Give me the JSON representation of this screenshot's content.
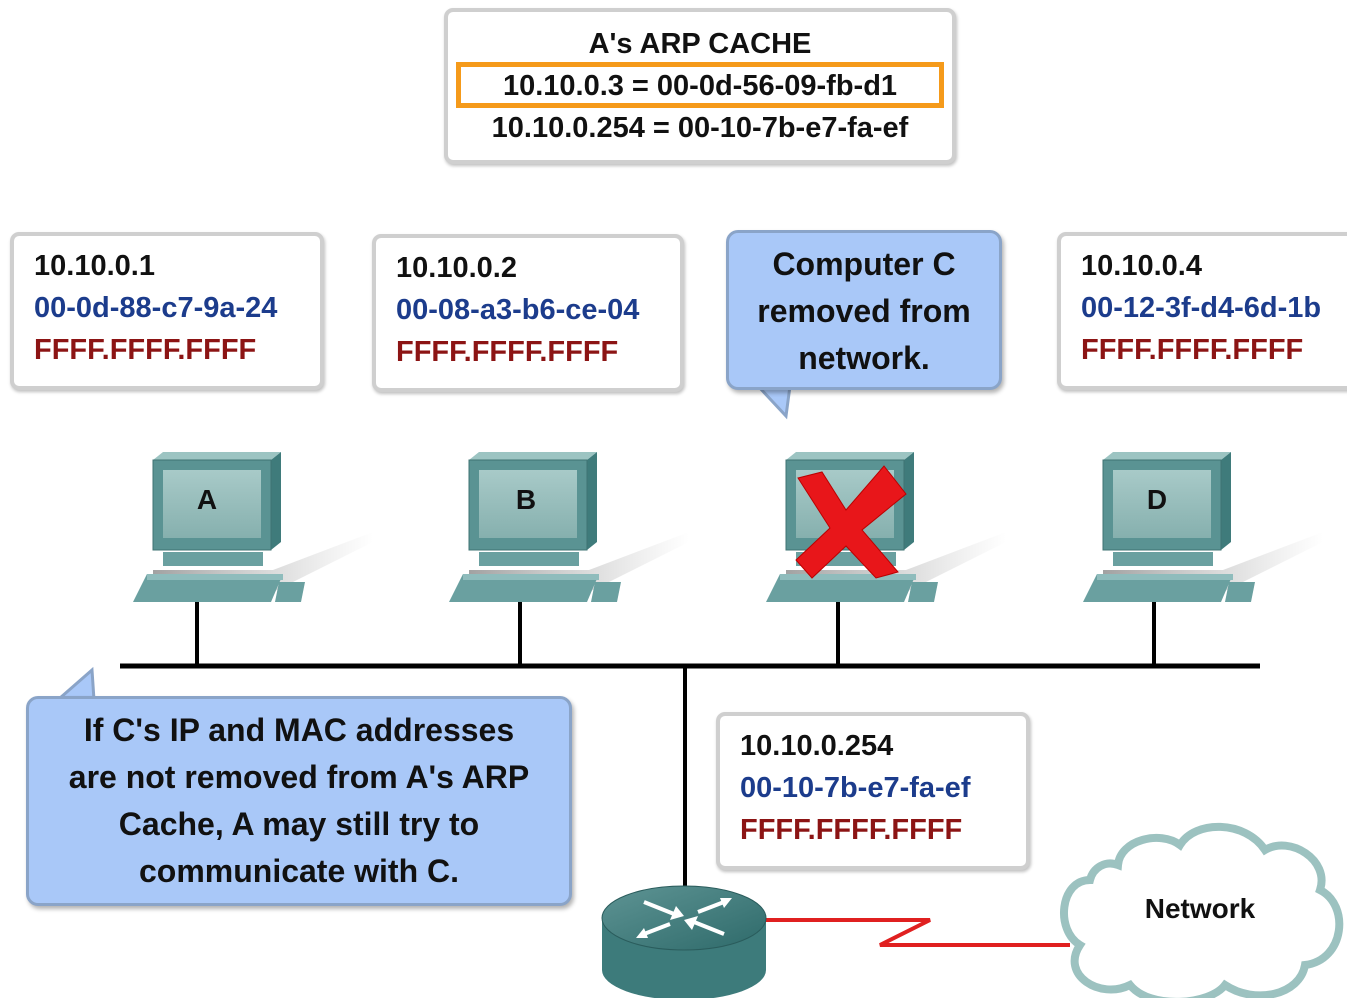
{
  "arp_cache": {
    "title": "A's ARP CACHE",
    "entries": [
      "10.10.0.3 = 00-0d-56-09-fb-d1",
      "10.10.0.254 = 00-10-7b-e7-fa-ef"
    ]
  },
  "hosts": [
    {
      "ip": "10.10.0.1",
      "mac": "00-0d-88-c7-9a-24",
      "broadcast": "FFFF.FFFF.FFFF",
      "label": "A"
    },
    {
      "ip": "10.10.0.2",
      "mac": "00-08-a3-b6-ce-04",
      "broadcast": "FFFF.FFFF.FFFF",
      "label": "B"
    },
    {
      "ip": "10.10.0.4",
      "mac": "00-12-3f-d4-6d-1b",
      "broadcast": "FFFF.FFFF.FFFF",
      "label": "D"
    }
  ],
  "router": {
    "ip": "10.10.0.254",
    "mac": "00-10-7b-e7-fa-ef",
    "broadcast": "FFFF.FFFF.FFFF"
  },
  "callouts": {
    "computer_c": [
      "Computer C",
      "removed from",
      "network."
    ],
    "warning": [
      "If C's IP and MAC addresses",
      "are not removed from A's ARP",
      "Cache, A may still try to",
      "communicate with C."
    ]
  },
  "cloud": {
    "label": "Network"
  },
  "colors": {
    "mac": "#1c3c8c",
    "broadcast": "#8c1414",
    "highlight": "#f59a1a",
    "callout": "#a9c8f8",
    "link_wan": "#e02020",
    "x_mark": "#e8161a"
  }
}
